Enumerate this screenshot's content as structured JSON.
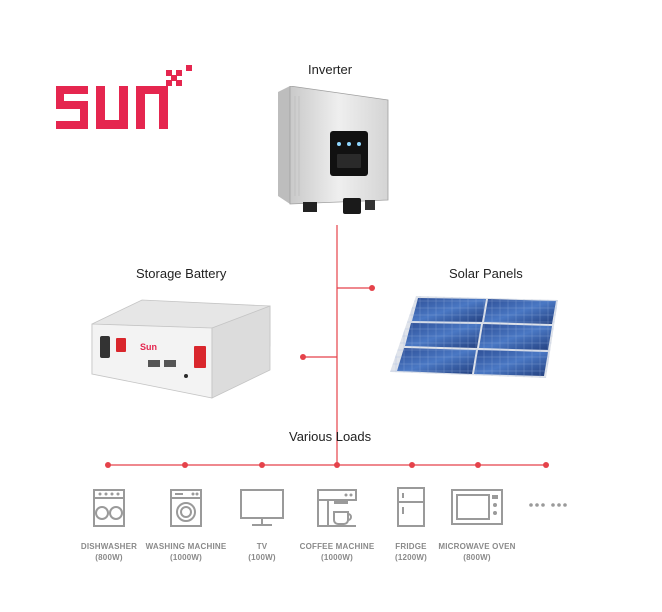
{
  "brand": {
    "logo_text": "Sun",
    "color": "#e5264f"
  },
  "accent_line_color": "#e5424a",
  "inverter": {
    "label": "Inverter",
    "image_icon": "inverter-unit"
  },
  "battery": {
    "label": "Storage Battery",
    "image_icon": "rack-battery",
    "badge_text": "Sun"
  },
  "solar": {
    "label": "Solar Panels",
    "image_icon": "solar-panel-array"
  },
  "loads": {
    "title": "Various Loads",
    "items": [
      {
        "name": "DISHWASHER",
        "power": "(800W)",
        "icon": "dishwasher-icon"
      },
      {
        "name": "WASHING MACHINE",
        "power": "(1000W)",
        "icon": "washing-machine-icon"
      },
      {
        "name": "TV",
        "power": "(100W)",
        "icon": "tv-icon"
      },
      {
        "name": "COFFEE MACHINE",
        "power": "(1000W)",
        "icon": "coffee-machine-icon"
      },
      {
        "name": "FRIDGE",
        "power": "(1200W)",
        "icon": "fridge-icon"
      },
      {
        "name": "MICROWAVE OVEN",
        "power": "(800W)",
        "icon": "microwave-icon"
      }
    ],
    "more_icon": "ellipsis-icon"
  }
}
